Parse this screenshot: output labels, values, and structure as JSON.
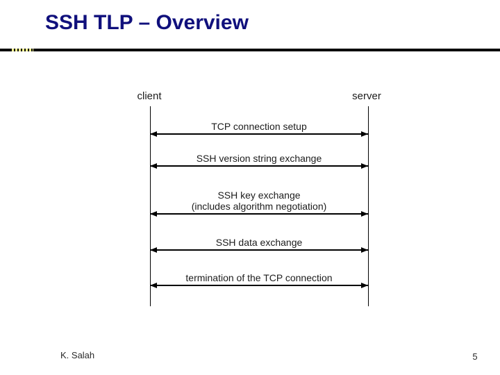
{
  "header": {
    "title": "SSH TLP – Overview"
  },
  "diagram": {
    "client_label": "client",
    "server_label": "server",
    "messages": [
      {
        "label": "TCP connection setup"
      },
      {
        "label": "SSH version string exchange"
      },
      {
        "label": "SSH key exchange\n(includes algorithm negotiation)"
      },
      {
        "label": "SSH data exchange"
      },
      {
        "label": "termination of the TCP connection"
      }
    ]
  },
  "footer": {
    "author": "K. Salah",
    "page_number": "5"
  },
  "colors": {
    "title": "#10107c",
    "diagram_lines": "#000000",
    "text": "#1c1c1c",
    "divider": "#000000",
    "divider_dashes": "#f0ef8e",
    "background": "#ffffff"
  }
}
